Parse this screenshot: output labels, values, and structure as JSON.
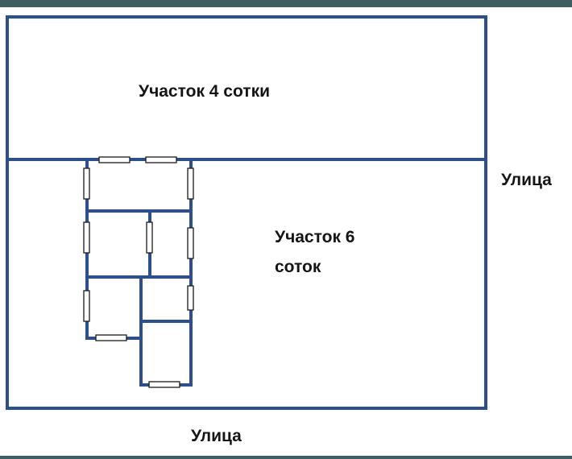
{
  "plot_4": {
    "label": "Участок 4 сотки"
  },
  "plot_6": {
    "line1": "Участок 6",
    "line2": "соток"
  },
  "streets": {
    "right": "Улица",
    "bottom": "Улица"
  },
  "colors": {
    "wall": "#2d4f8c",
    "window_fill": "#ffffff",
    "window_stroke": "#1a1a1a",
    "frame_strip": "#3f5d63"
  }
}
